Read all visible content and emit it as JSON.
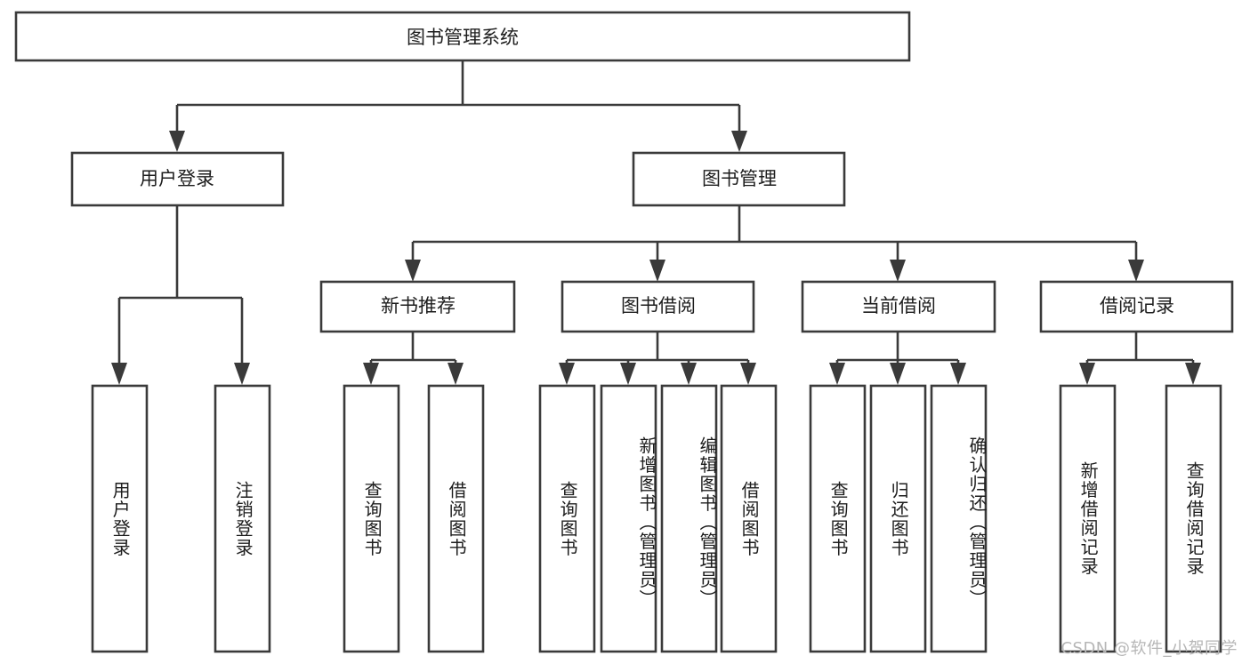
{
  "diagram": {
    "type": "tree",
    "title": "图书管理系统",
    "watermark": "CSDN @软件_小贺同学",
    "colors": {
      "stroke": "#3a3a3a",
      "box_fill": "#ffffff",
      "text": "#1d1d1d",
      "background": "#ffffff",
      "watermark": "#b6b6b6"
    },
    "root": {
      "label": "图书管理系统",
      "orientation": "horizontal"
    },
    "level2": [
      {
        "label": "用户登录",
        "orientation": "horizontal"
      },
      {
        "label": "图书管理",
        "orientation": "horizontal"
      }
    ],
    "level3": [
      {
        "label": "新书推荐",
        "orientation": "horizontal"
      },
      {
        "label": "图书借阅",
        "orientation": "horizontal"
      },
      {
        "label": "当前借阅",
        "orientation": "horizontal"
      },
      {
        "label": "借阅记录",
        "orientation": "horizontal"
      }
    ],
    "leaves": {
      "user_login": [
        {
          "label": "用户登录",
          "orientation": "vertical"
        },
        {
          "label": "注销登录",
          "orientation": "vertical"
        }
      ],
      "new_book_recommend": [
        {
          "label": "查询图书",
          "orientation": "vertical"
        },
        {
          "label": "借阅图书",
          "orientation": "vertical"
        }
      ],
      "book_borrow": [
        {
          "label": "查询图书",
          "orientation": "vertical"
        },
        {
          "label": "新增图书（管理员）",
          "orientation": "vertical"
        },
        {
          "label": "编辑图书（管理员）",
          "orientation": "vertical"
        },
        {
          "label": "借阅图书",
          "orientation": "vertical"
        }
      ],
      "current_borrow": [
        {
          "label": "查询图书",
          "orientation": "vertical"
        },
        {
          "label": "归还图书",
          "orientation": "vertical"
        },
        {
          "label": "确认归还（管理员）",
          "orientation": "vertical"
        }
      ],
      "borrow_record": [
        {
          "label": "新增借阅记录",
          "orientation": "vertical"
        },
        {
          "label": "查询借阅记录",
          "orientation": "vertical"
        }
      ]
    }
  }
}
